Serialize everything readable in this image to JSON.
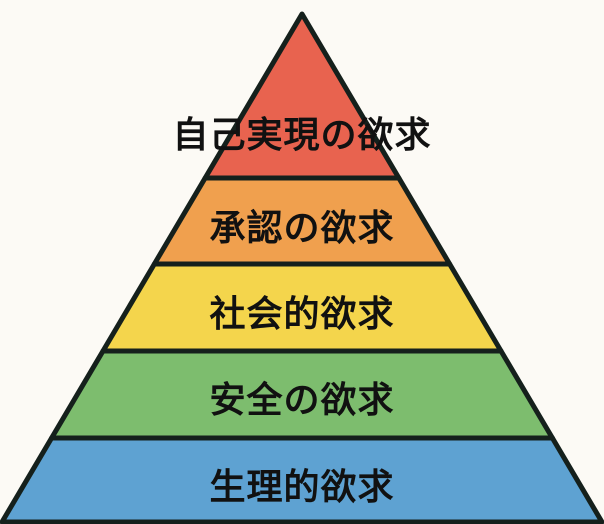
{
  "title": "Maslow's hierarchy of needs",
  "levels": [
    {
      "label": "自己実現の欲求",
      "color": "#e8634f"
    },
    {
      "label": "承認の欲求",
      "color": "#f0a04e"
    },
    {
      "label": "社会的欲求",
      "color": "#f4d54c"
    },
    {
      "label": "安全の欲求",
      "color": "#7dbd6e"
    },
    {
      "label": "生理的欲求",
      "color": "#5ea2d2"
    }
  ],
  "outline_color": "#15201c"
}
